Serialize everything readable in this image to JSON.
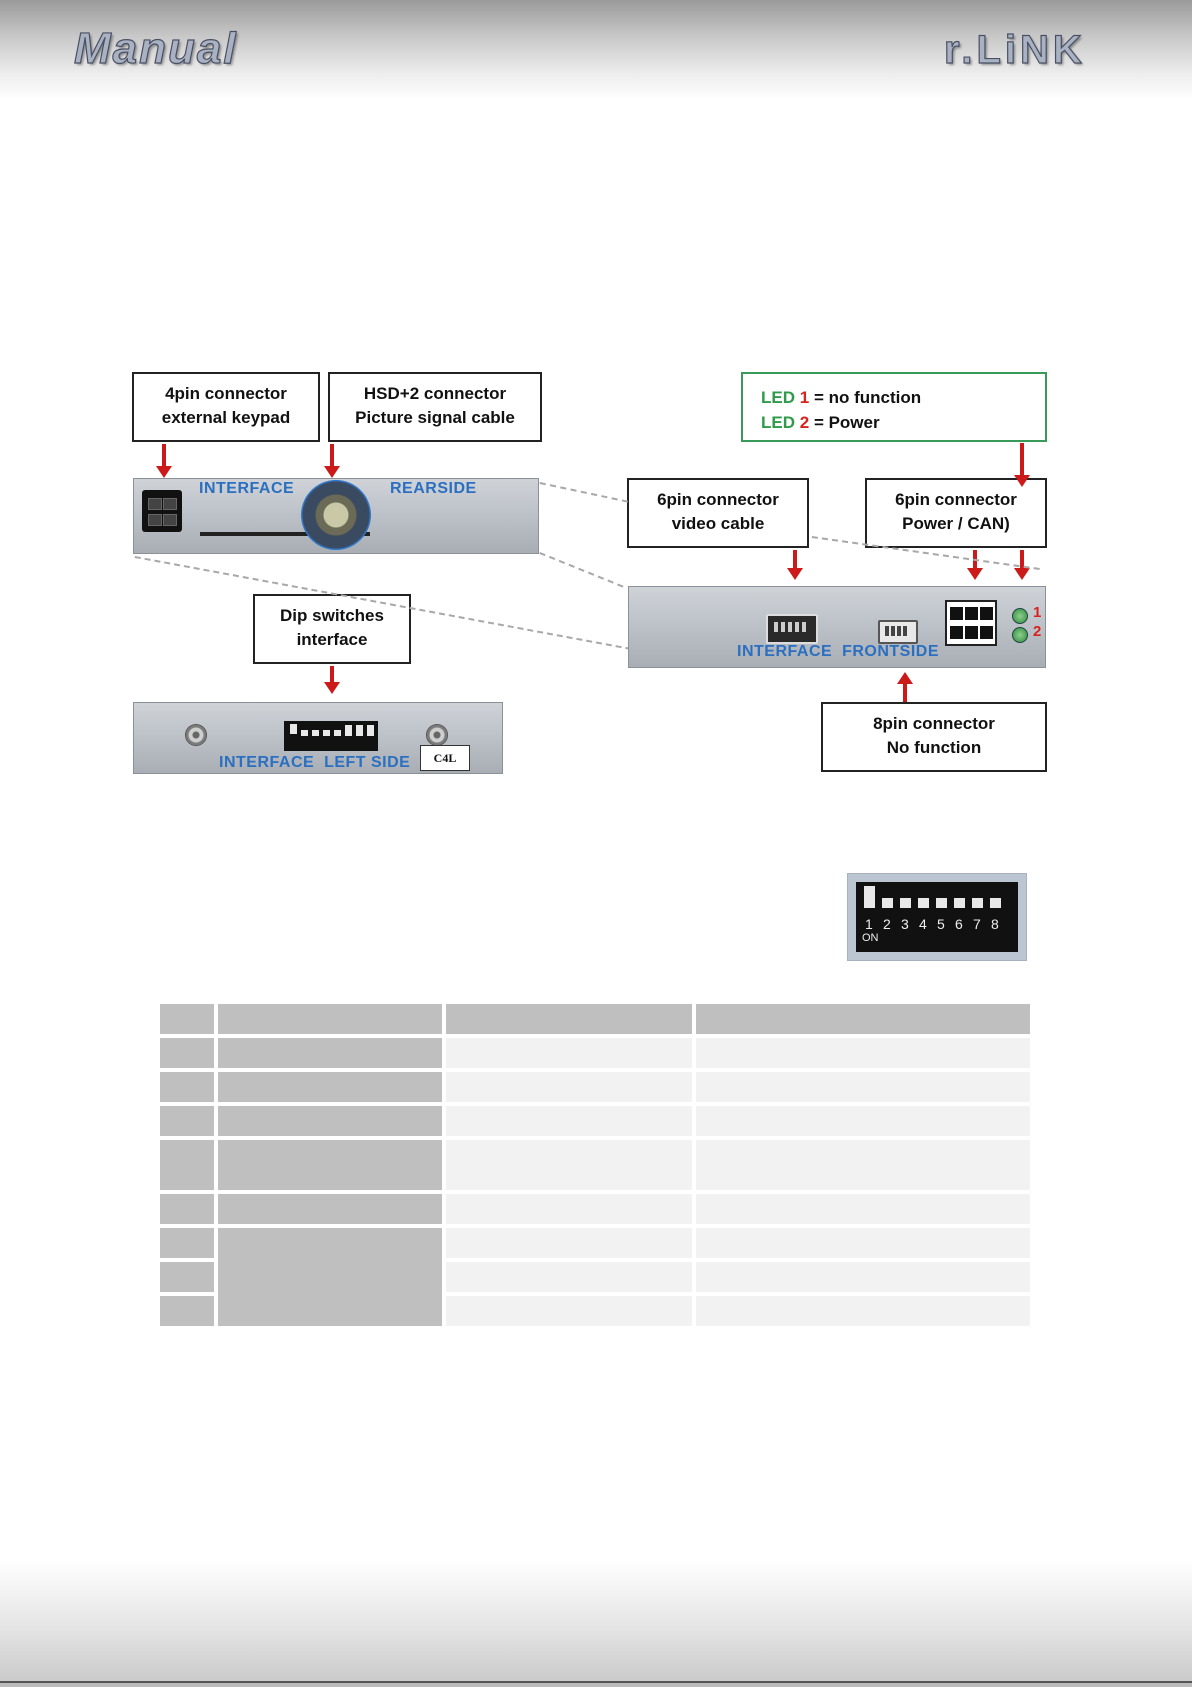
{
  "header": {
    "title_left": "Manual",
    "title_right": "r.LiNK"
  },
  "callouts": {
    "keypad": {
      "line1": "4pin connector",
      "line2": "external keypad"
    },
    "hsd": {
      "line1": "HSD+2 connector",
      "line2": "Picture signal cable"
    },
    "video": {
      "line1": "6pin connector",
      "line2": "video cable"
    },
    "power": {
      "line1": "6pin connector",
      "line2": "Power / CAN)"
    },
    "dip": {
      "line1": "Dip switches",
      "line2": "interface"
    },
    "eightpin": {
      "line1": "8pin connector",
      "line2": "No function"
    }
  },
  "led_box": {
    "led_word": "LED",
    "led1_num": "1",
    "led1_text": "= no function",
    "led2_num": "2",
    "led2_text": "= Power"
  },
  "panels": {
    "rear_left": "INTERFACE",
    "rear_right": "REARSIDE",
    "front": "INTERFACE  FRONTSIDE",
    "left_side": "INTERFACE  LEFT SIDE",
    "tag": "C4L",
    "led_labels": [
      "1",
      "2"
    ]
  },
  "dip_numbers": [
    "1",
    "2",
    "3",
    "4",
    "5",
    "6",
    "7",
    "8"
  ],
  "dip_on_label": "ON",
  "colors": {
    "accent_red": "#cc1a1a",
    "label_blue": "#2b6fc0",
    "led_green": "#2e9a4a"
  }
}
